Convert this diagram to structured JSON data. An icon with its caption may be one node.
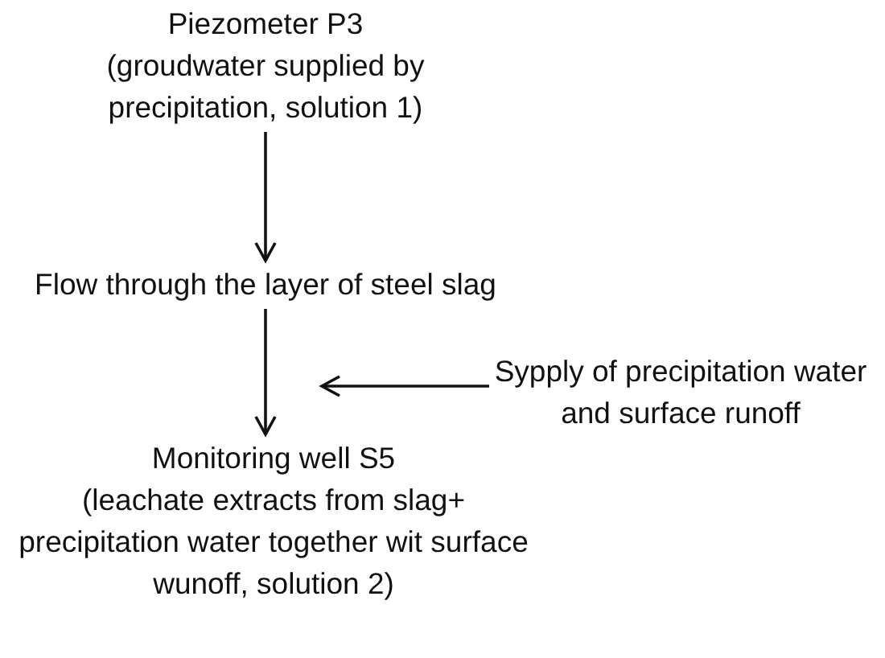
{
  "diagram": {
    "nodes": [
      {
        "text": [
          "Piezometer P3",
          "(groudwater supplied by precipitation, solution 1)"
        ]
      },
      {
        "text": [
          "Flow through the layer of steel slag"
        ]
      },
      {
        "text": [
          "Sypply of precipitation water and surface runoff"
        ]
      },
      {
        "text": [
          "Monitoring well S5",
          "(leachate extracts from slag+ precipitation water together wit surface wunoff, solution 2)"
        ]
      }
    ],
    "edges": [
      {
        "from": 0,
        "to": 1,
        "arrow": "to"
      },
      {
        "from": 1,
        "to": 3,
        "arrow": "to"
      },
      {
        "from": 2,
        "to": null,
        "arrow": "to"
      }
    ]
  }
}
